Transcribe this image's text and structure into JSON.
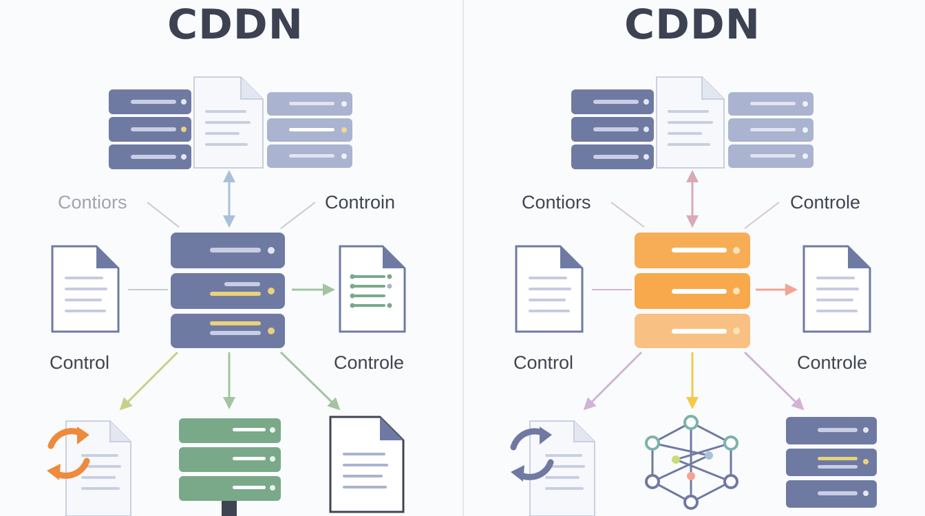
{
  "colors": {
    "background": "#fafbfc",
    "title": "#3c4252",
    "server_dark": "#6f7aa3",
    "server_light": "#aab3cf",
    "server_green": "#7aa98a",
    "server_orange": "#f6ad55",
    "arrow_blue": "#a9c1d8",
    "arrow_olive": "#c8cf8a",
    "arrow_green": "#a4c4a1",
    "arrow_pink": "#d9a9b4",
    "arrow_coral": "#f2a394",
    "arrow_lilac": "#d2b3d6",
    "arrow_yellow": "#f5c84c",
    "label_gray": "#a0a5ae",
    "label_dark": "#3f4452",
    "sync_orange": "#ee8a3c",
    "sync_slate": "#7079a2",
    "graph_teal": "#7bb3a8"
  },
  "left": {
    "title": "CDDN",
    "label_top_left": "Contiors",
    "label_top_right": "Controin",
    "label_bottom_left": "Control",
    "label_bottom_right": "Controle"
  },
  "right": {
    "title": "CDDN",
    "label_top_left": "Contiors",
    "label_top_right": "Controle",
    "label_bottom_left": "Control",
    "label_bottom_right": "Controle"
  }
}
